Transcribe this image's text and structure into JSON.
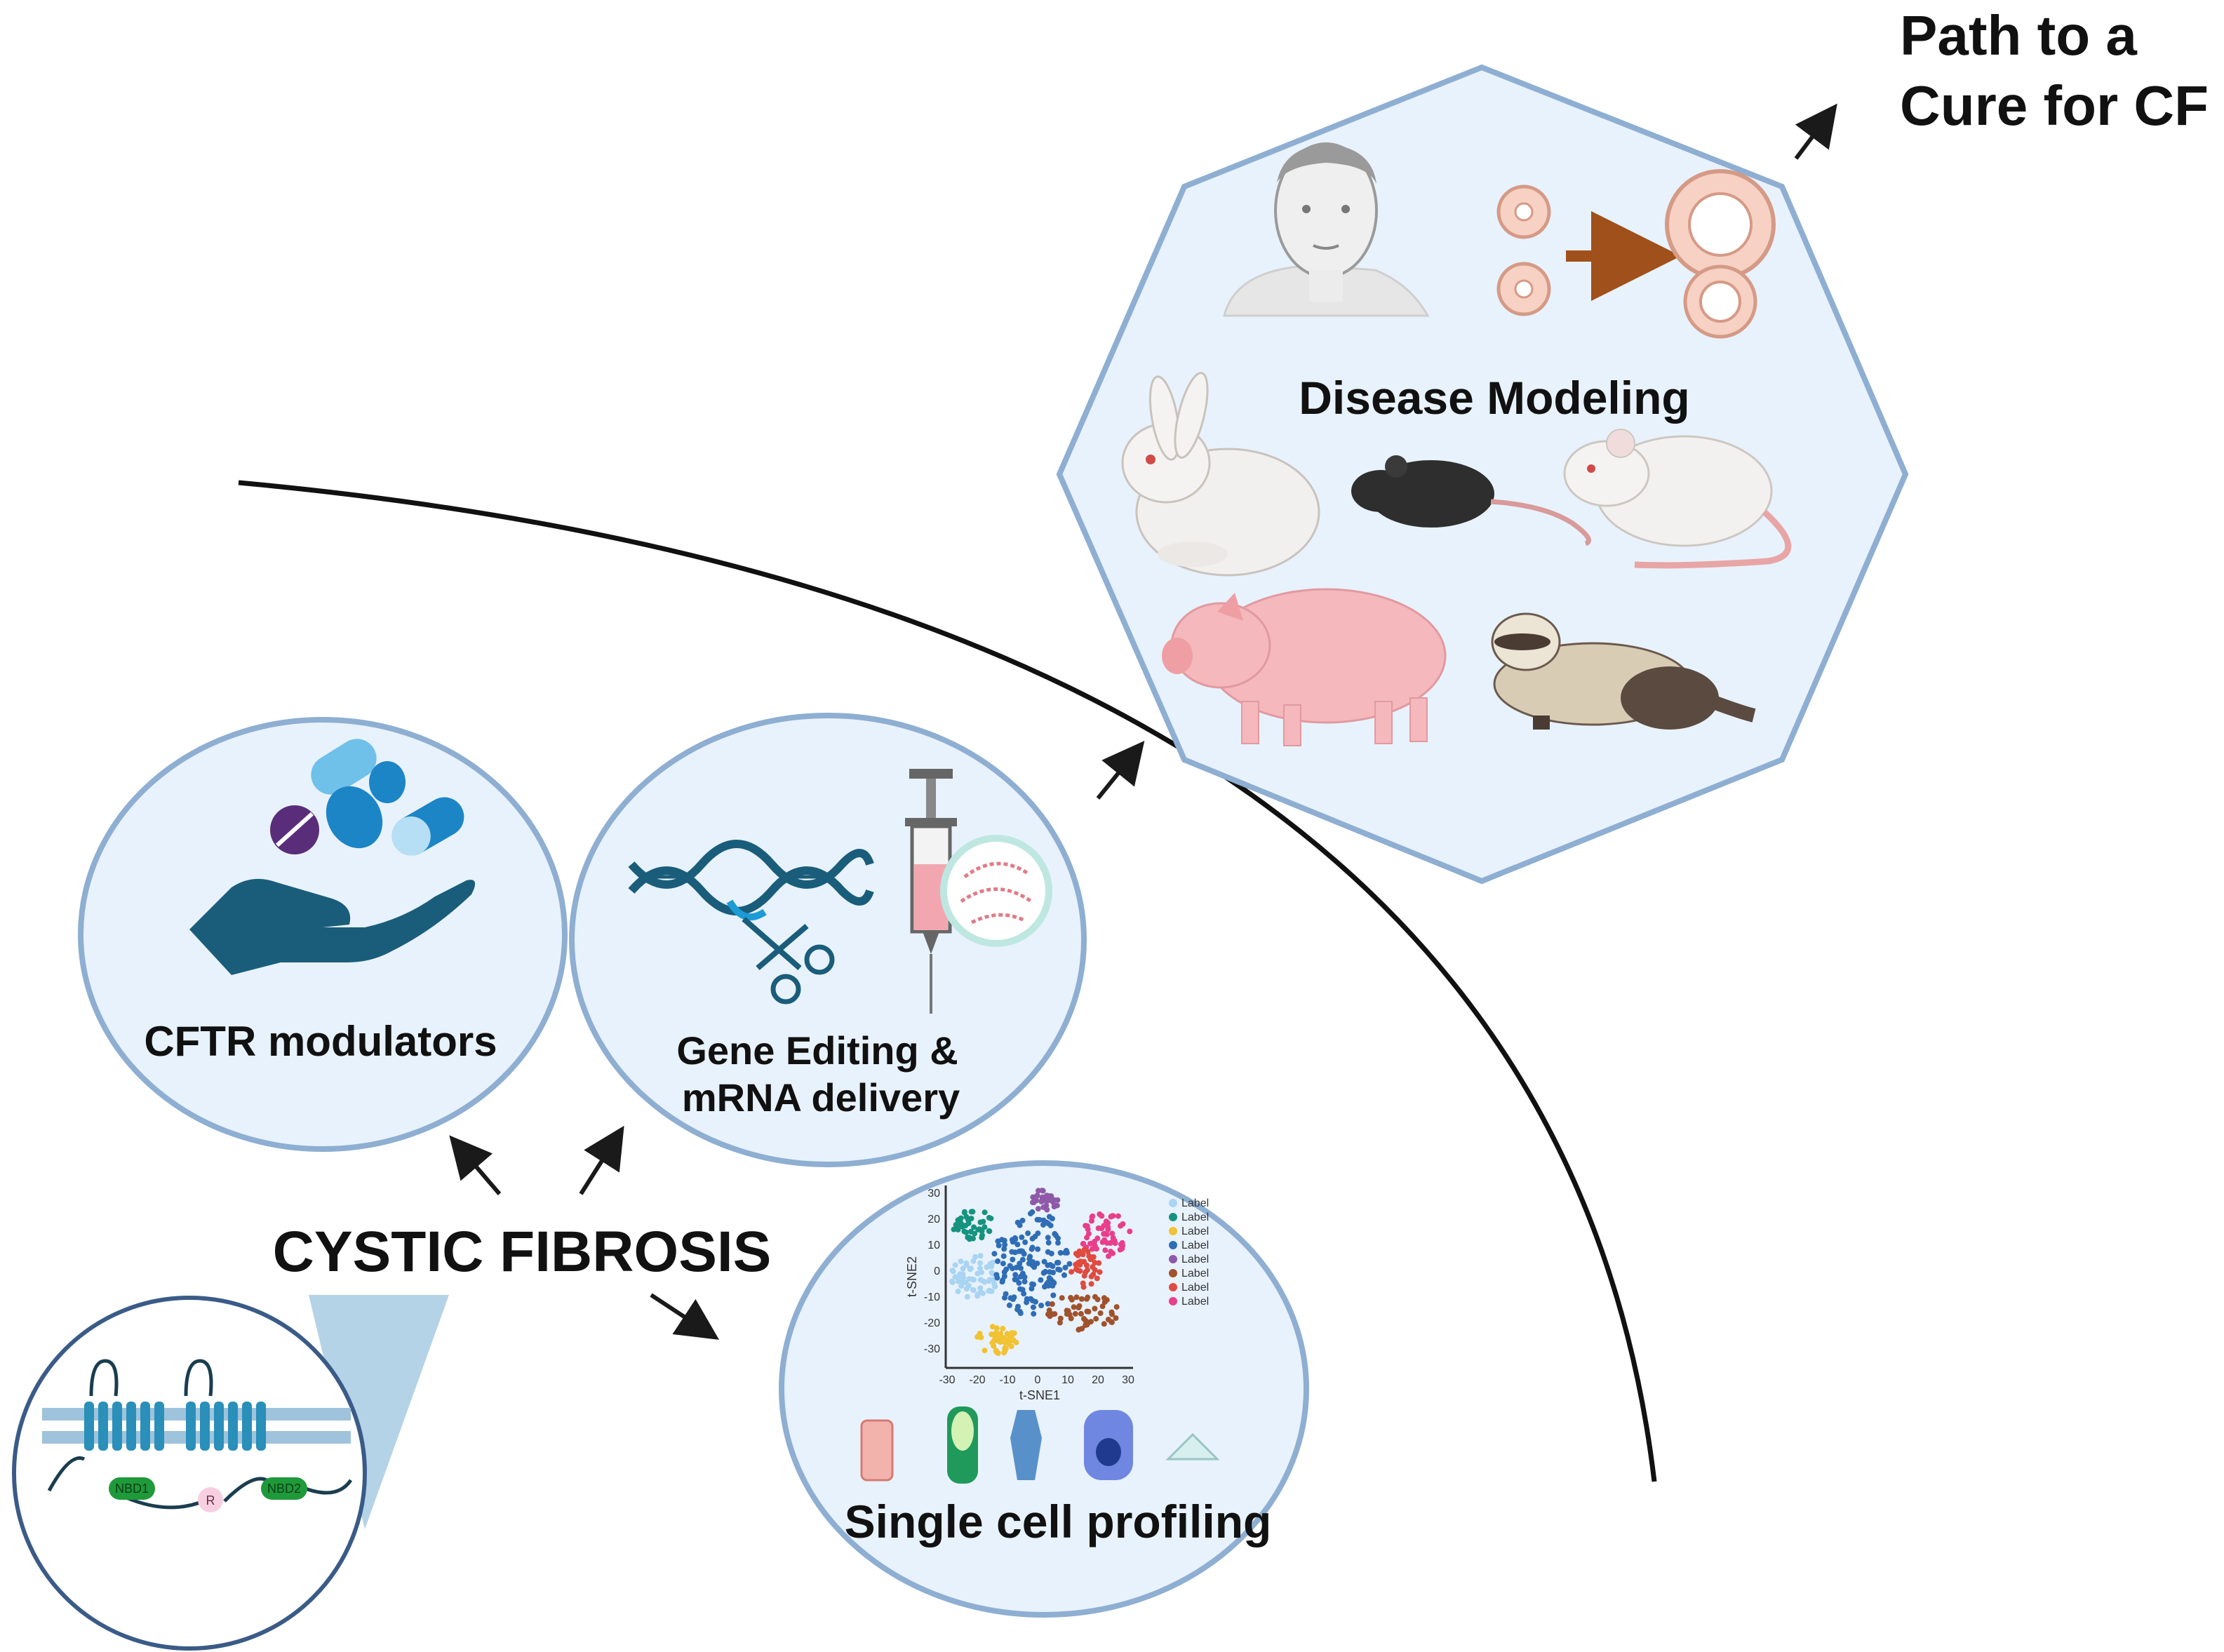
{
  "title": {
    "line1": "Path to a",
    "line2": "Cure for CF"
  },
  "center": {
    "label": "CYSTIC FIBROSIS"
  },
  "disease_modeling": {
    "label": "Disease Modeling"
  },
  "modulators": {
    "label": "CFTR modulators"
  },
  "gene_editing": {
    "line1": "Gene Editing &",
    "line2": "mRNA delivery"
  },
  "single_cell": {
    "label": "Single cell profiling",
    "plot": {
      "xlabel": "t-SNE1",
      "ylabel": "t-SNE2",
      "xticks": [
        "-30",
        "-20",
        "-10",
        "0",
        "10",
        "20",
        "30"
      ],
      "yticks": [
        "30",
        "20",
        "10",
        "0",
        "-10",
        "-20",
        "-30"
      ],
      "legend": [
        {
          "label": "Label",
          "color": "#a9d4f2"
        },
        {
          "label": "Label",
          "color": "#16937f"
        },
        {
          "label": "Label",
          "color": "#f1c232"
        },
        {
          "label": "Label",
          "color": "#2f6db5"
        },
        {
          "label": "Label",
          "color": "#8e5aa8"
        },
        {
          "label": "Label",
          "color": "#a0522d"
        },
        {
          "label": "Label",
          "color": "#e04a3f"
        },
        {
          "label": "Label",
          "color": "#e83e8c"
        }
      ]
    }
  },
  "cftr_protein": {
    "nbd1": "NBD1",
    "nbd2": "NBD2",
    "r": "R"
  },
  "icons": {
    "human": "human-face-icon",
    "organoid": "organoid-icon",
    "rabbit": "rabbit-icon",
    "mouse": "mouse-icon",
    "rat": "rat-icon",
    "pig": "pig-icon",
    "ferret": "ferret-icon",
    "pills": "pills-icon",
    "hand": "hand-icon",
    "dna": "dna-icon",
    "scissors": "scissors-icon",
    "syringe": "syringe-icon"
  },
  "colors": {
    "panel_fill": "#e8f2fc",
    "panel_stroke": "#8eaed2",
    "teal": "#1f6f88",
    "accent_arrow": "#a0501a",
    "text": "#111111"
  }
}
